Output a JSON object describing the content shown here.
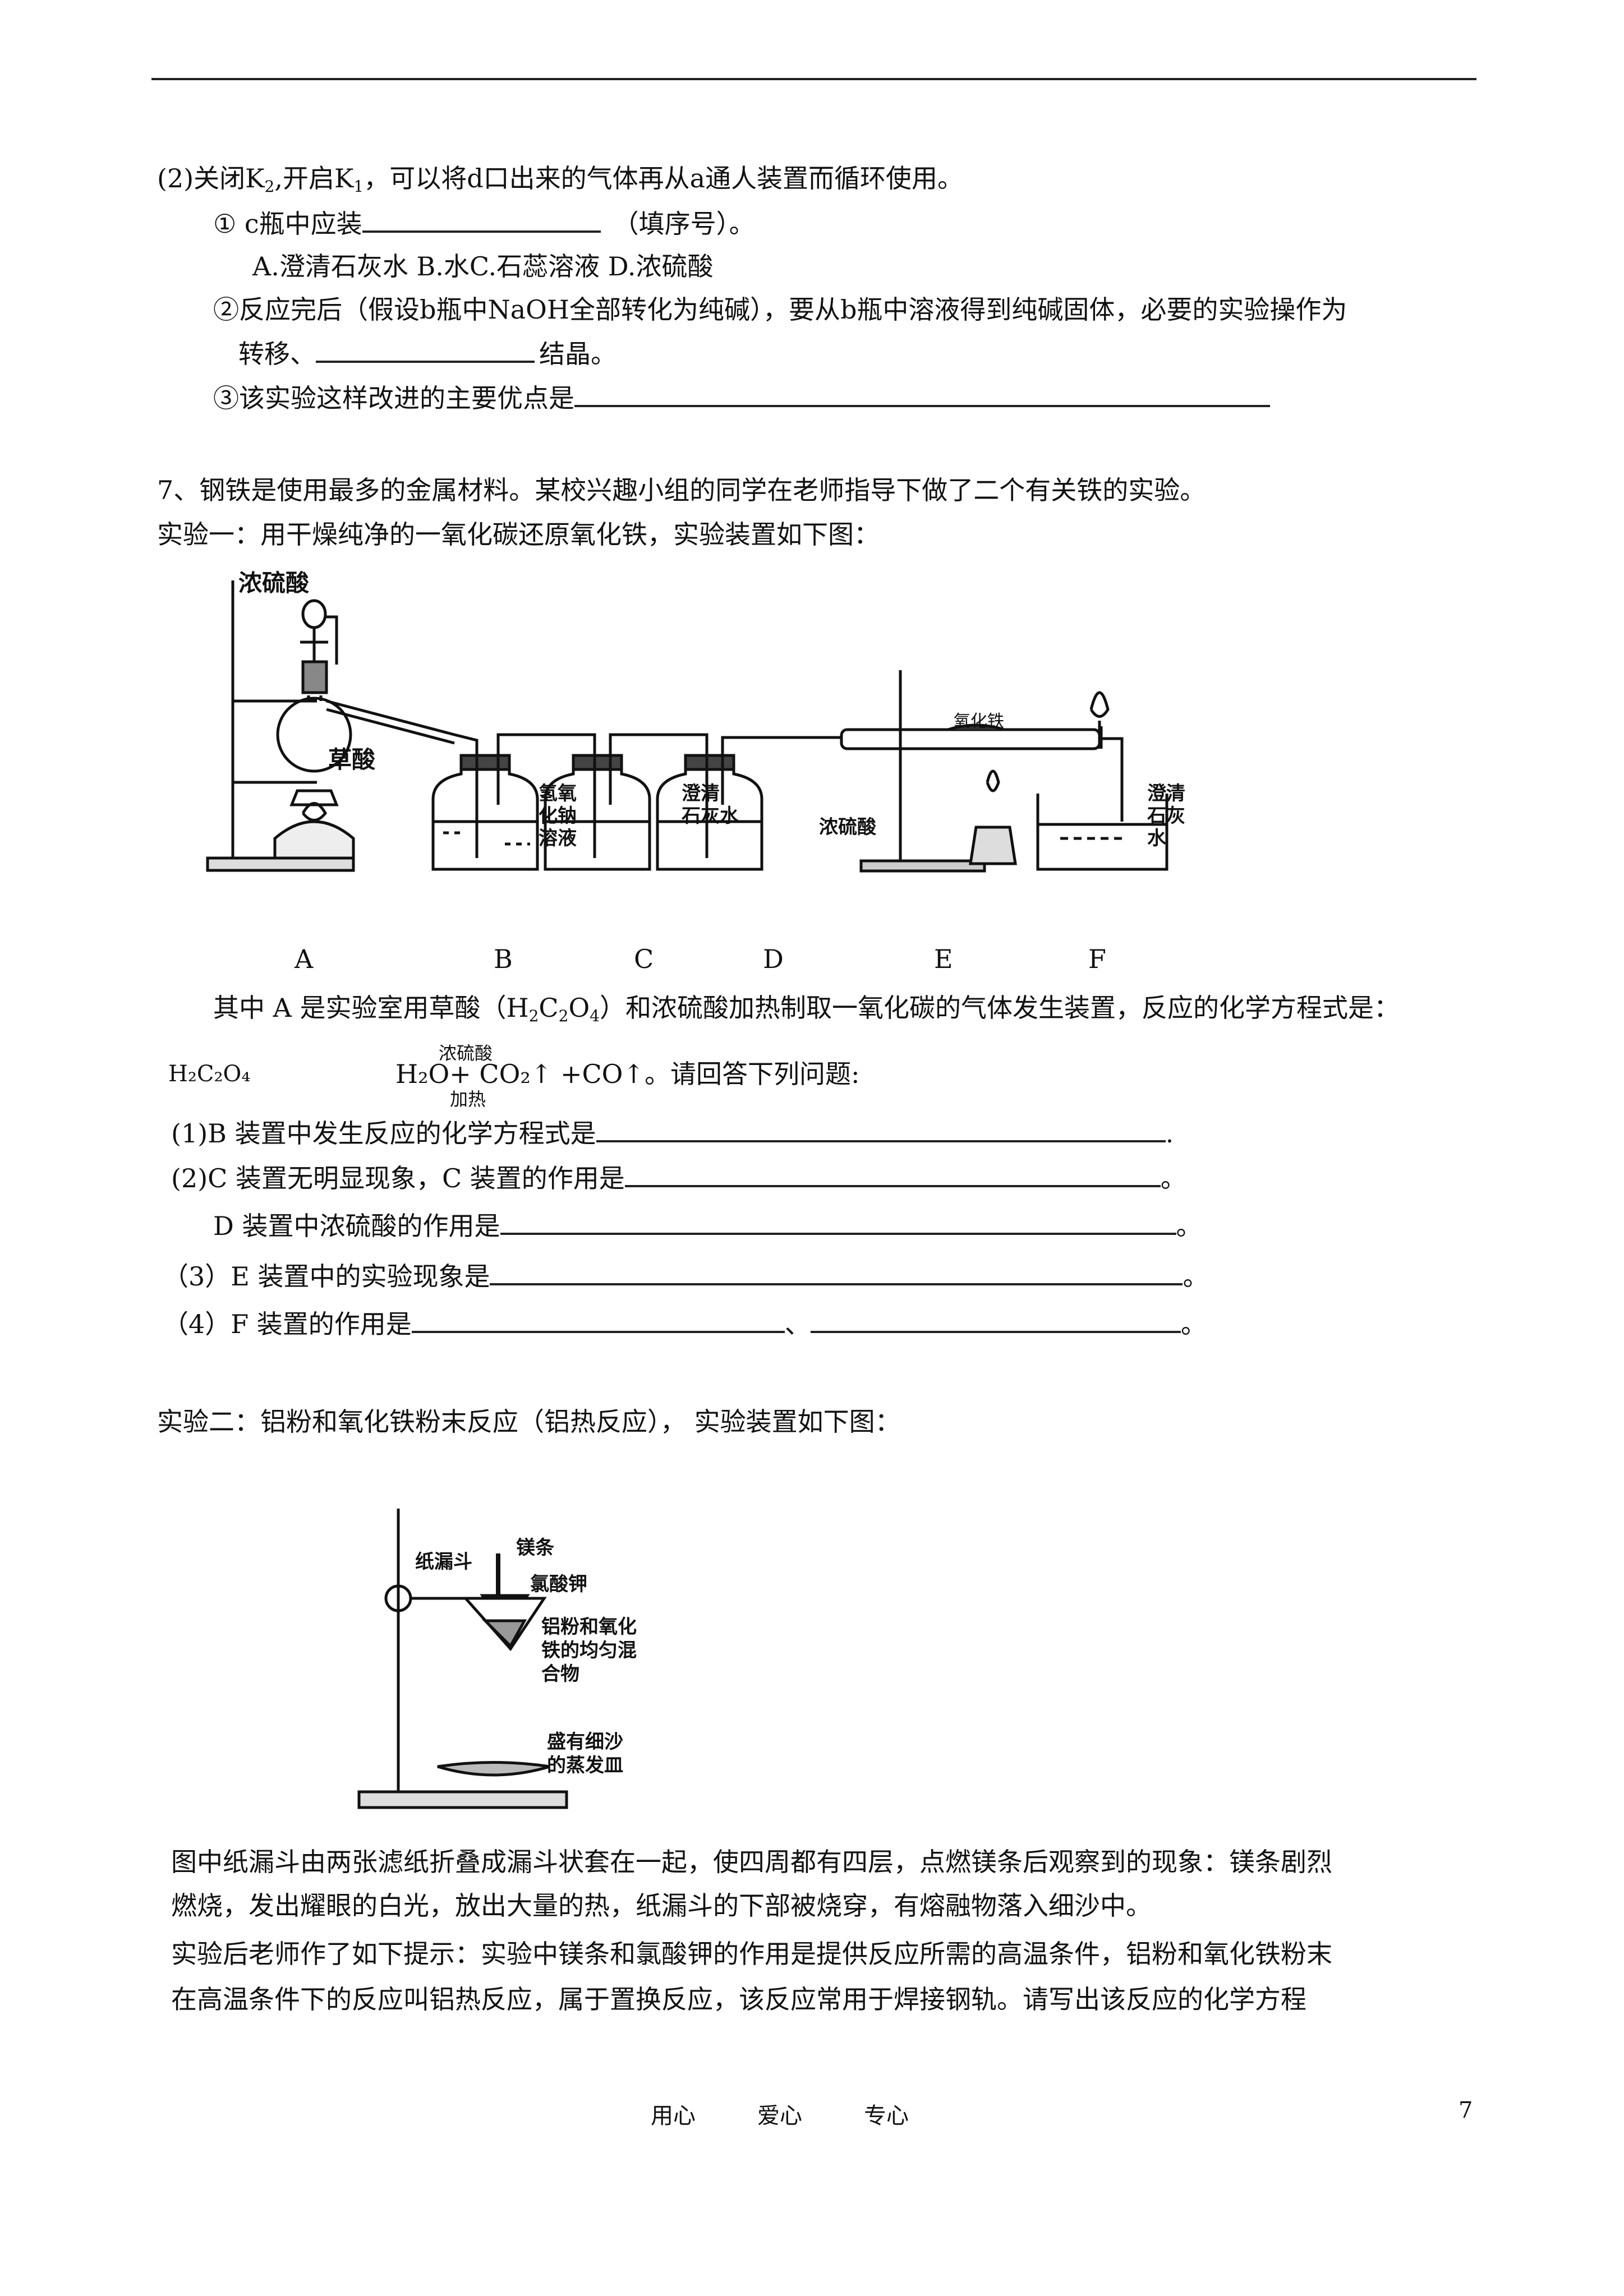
{
  "p2": {
    "l1_a": "(2)关闭K",
    "l1_s2": "2",
    "l1_b": ",开启K",
    "l1_s1": "1",
    "l1_c": "，可以将d口出来的气体再从a通人装置而循环使用。",
    "l2_a": "① c瓶中应装",
    "l2_b": "（填序号）。",
    "l3": "A.澄清石灰水        B.水C.石蕊溶液        D.浓硫酸",
    "l4": "②反应完后（假设b瓶中NaOH全部转化为纯碱），要从b瓶中溶液得到纯碱固体，必要的实验操作为",
    "l5_a": "转移、",
    "l5_b": "结晶。",
    "l6": "③该实验这样改进的主要优点是"
  },
  "q7": {
    "intro": "7、钢铁是使用最多的金属材料。某校兴趣小组的同学在老师指导下做了二个有关铁的实验。",
    "exp1": "实验一：用干燥纯净的一氧化碳还原氧化铁，实验装置如下图：",
    "fig1": {
      "conc_acid": "浓硫酸",
      "oxalic": "草酸",
      "naoh": [
        "氢氧",
        "化钠",
        "溶液"
      ],
      "limewater_c": [
        "澄清",
        "石灰水"
      ],
      "conc_acid_d": "浓硫酸",
      "iron_oxide": "氧化铁",
      "limewater_f": [
        "澄清",
        "石灰",
        "水"
      ]
    },
    "letters": [
      "A",
      "B",
      "C",
      "D",
      "E",
      "F"
    ],
    "para_a": "其中 A 是实验室用草酸（H",
    "para_b": "C",
    "para_c": "O",
    "para_d": "）和浓硫酸加热制取一氧化碳的气体发生装置，反应的化学方程式是：",
    "eq_left": "H₂C₂O₄",
    "eq_cond_top": "浓硫酸",
    "eq_cond_bottom": "加热",
    "eq_right": "H₂O+ CO₂↑ +CO↑。请回答下列问题:",
    "q1": "(1)B 装置中发生反应的化学方程式是",
    "q1_end": ".",
    "q2": "(2)C 装置无明显现象，C 装置的作用是",
    "q2_end": "。",
    "q2b": "D 装置中浓硫酸的作用是",
    "q2b_end": "。",
    "q3": "（3）E 装置中的实验现象是",
    "q3_end": "。",
    "q4": "（4）F 装置的作用是",
    "q4_sep": "、",
    "q4_end": "。",
    "exp2": "实验二：铝粉和氧化铁粉末反应（铝热反应），  实验装置如下图：",
    "fig2": {
      "paper_funnel": "纸漏斗",
      "mg_strip": "镁条",
      "kclo3": "氯酸钾",
      "mixture": [
        "铝粉和氧化",
        "铁的均匀混",
        "合物"
      ],
      "dish": [
        "盛有细沙",
        "的蒸发皿"
      ]
    },
    "para2_l1": "图中纸漏斗由两张滤纸折叠成漏斗状套在一起，使四周都有四层，点燃镁条后观察到的现象：镁条剧烈",
    "para2_l2": "燃烧，发出耀眼的白光，放出大量的热，纸漏斗的下部被烧穿，有熔融物落入细沙中。",
    "para3_l1": "实验后老师作了如下提示：实验中镁条和氯酸钾的作用是提供反应所需的高温条件，铝粉和氧化铁粉末",
    "para3_l2": "在高温条件下的反应叫铝热反应，属于置换反应，该反应常用于焊接钢轨。请写出该反应的化学方程"
  },
  "footer": {
    "m1": "用心",
    "m2": "爱心",
    "m3": "专心",
    "page": "7"
  }
}
